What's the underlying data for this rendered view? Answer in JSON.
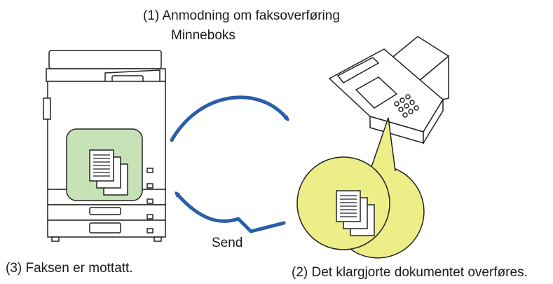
{
  "labels": {
    "request_line1": "(1) Anmodning om faksoverføring",
    "request_line2": "Minneboks",
    "send": "Send",
    "received": "(3) Faksen er mottatt.",
    "transferred": "(2) Det klargjorte dokumentet overføres."
  },
  "colors": {
    "arrow": "#2a5ea8",
    "copier_highlight": "#c8e2b8",
    "fax_highlight": "#eeee88",
    "outline": "#222222"
  }
}
